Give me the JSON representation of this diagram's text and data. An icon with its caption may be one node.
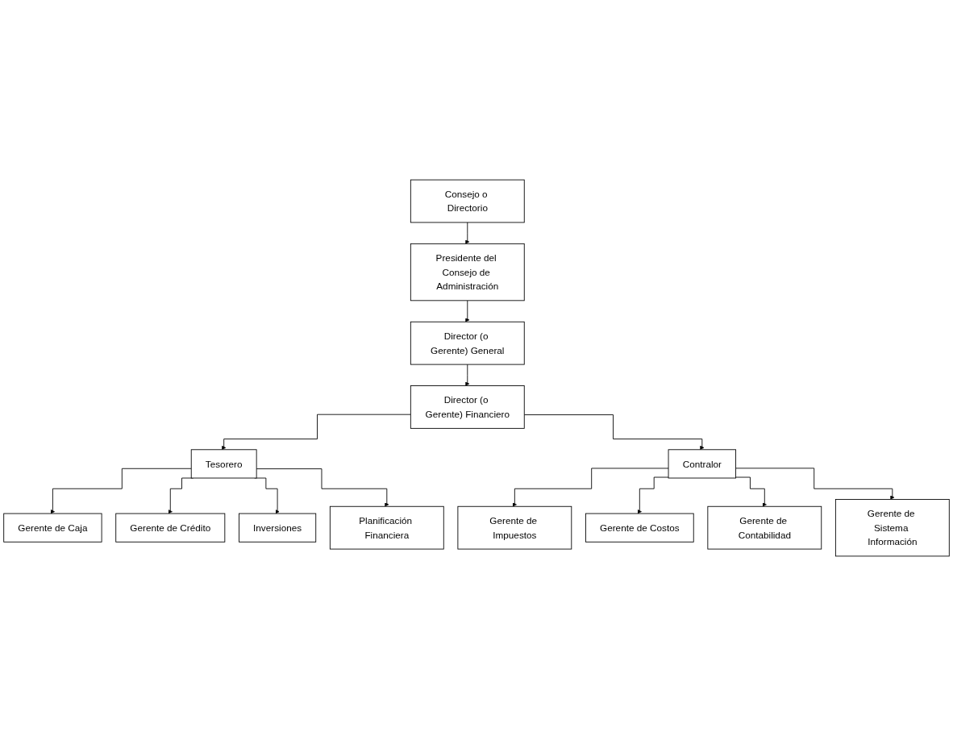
{
  "diagram": {
    "nodes": [
      {
        "text": [
          "Consejo o Directorio"
        ]
      },
      {
        "text": [
          "Presidente del Consejo de Administración"
        ]
      },
      {
        "text": [
          "Director (o Gerente) General"
        ]
      },
      {
        "text": [
          "Director (o Gerente) Financiero"
        ]
      },
      {
        "text": [
          "Tesorero"
        ]
      },
      {
        "text": [
          "Contralor"
        ]
      },
      {
        "text": [
          "Gerente de Caja"
        ]
      },
      {
        "text": [
          "Gerente de Crédito"
        ]
      },
      {
        "text": [
          "Inversiones"
        ]
      },
      {
        "text": [
          "Planificación Financiera"
        ]
      },
      {
        "text": [
          "Gerente de Impuestos"
        ]
      },
      {
        "text": [
          "Gerente de Costos"
        ]
      },
      {
        "text": [
          "Gerente de Contabilidad"
        ]
      },
      {
        "text": [
          "Gerente de Sistema Información"
        ]
      }
    ],
    "edges": [
      {
        "from": 0,
        "to": 1,
        "arrow": "to"
      },
      {
        "from": 1,
        "to": 2,
        "arrow": "to"
      },
      {
        "from": 2,
        "to": 3,
        "arrow": "to"
      },
      {
        "from": 3,
        "to": 4,
        "arrow": "to"
      },
      {
        "from": 3,
        "to": 5,
        "arrow": "to"
      },
      {
        "from": 4,
        "to": 6,
        "arrow": "to"
      },
      {
        "from": 4,
        "to": 7,
        "arrow": "to"
      },
      {
        "from": 4,
        "to": 8,
        "arrow": "to"
      },
      {
        "from": 4,
        "to": 9,
        "arrow": "to"
      },
      {
        "from": 5,
        "to": 10,
        "arrow": "to"
      },
      {
        "from": 5,
        "to": 11,
        "arrow": "to"
      },
      {
        "from": 5,
        "to": 12,
        "arrow": "to"
      },
      {
        "from": 5,
        "to": 13,
        "arrow": "to"
      }
    ]
  }
}
